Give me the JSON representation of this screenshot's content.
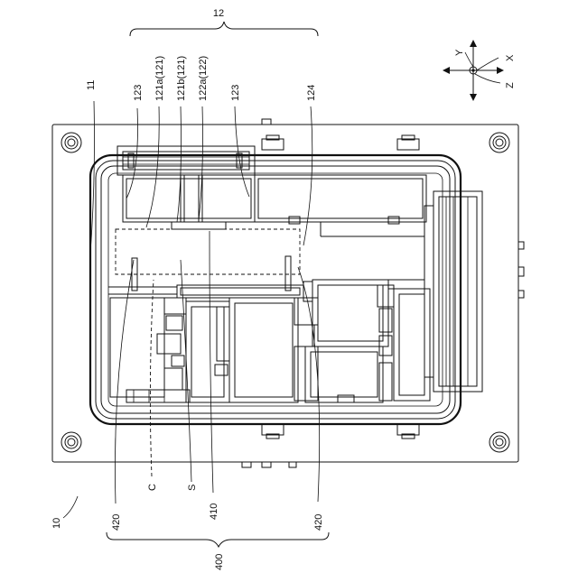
{
  "figure": {
    "labels": {
      "ref_12": "12",
      "ref_11": "11",
      "ref_123_left": "123",
      "ref_121a": "121a(121)",
      "ref_121b": "121b(121)",
      "ref_122a": "122a(122)",
      "ref_123_right": "123",
      "ref_124": "124",
      "ref_420_left": "420",
      "ref_C": "C",
      "ref_S": "S",
      "ref_410": "410",
      "ref_420_right": "420",
      "ref_400": "400",
      "ref_10": "10"
    },
    "axes": {
      "x": "X",
      "y": "Y",
      "z": "Z"
    }
  }
}
